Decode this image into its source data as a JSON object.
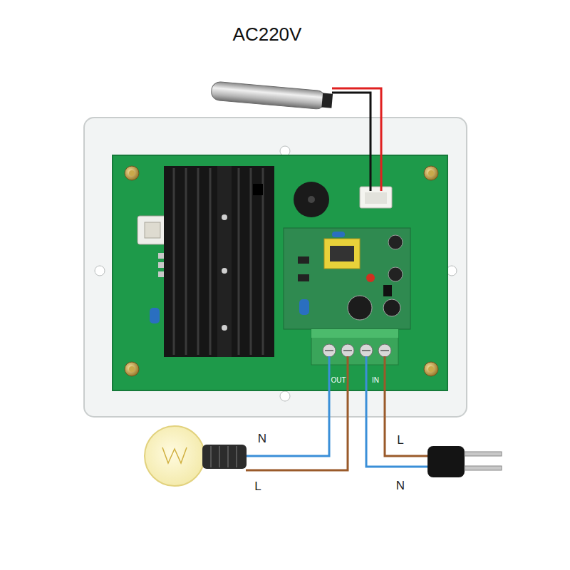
{
  "diagram": {
    "title": "AC220V",
    "labels": [
      "OUT",
      "IN",
      "N",
      "L",
      "L",
      "N"
    ]
  }
}
